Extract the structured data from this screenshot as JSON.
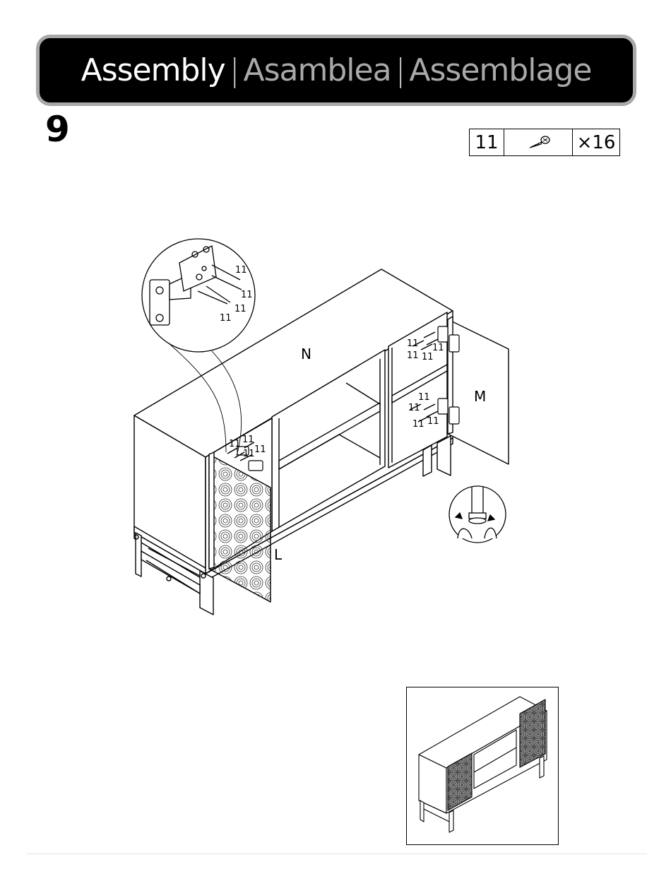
{
  "header": {
    "title_en": "Assembly",
    "separator": "|",
    "title_es": "Asamblea",
    "title_fr": "Assemblage"
  },
  "step": {
    "number": "9"
  },
  "hardware": {
    "part_id": "11",
    "icon": "screw-icon",
    "quantity": "×16"
  },
  "labels": {
    "top_panel": "N",
    "right_door": "M",
    "left_door": "L",
    "screw": "11"
  },
  "colors": {
    "header_bg": "#000000",
    "header_border": "#a8a8a8",
    "header_primary": "#ffffff",
    "header_secondary": "#a9a9a9"
  }
}
